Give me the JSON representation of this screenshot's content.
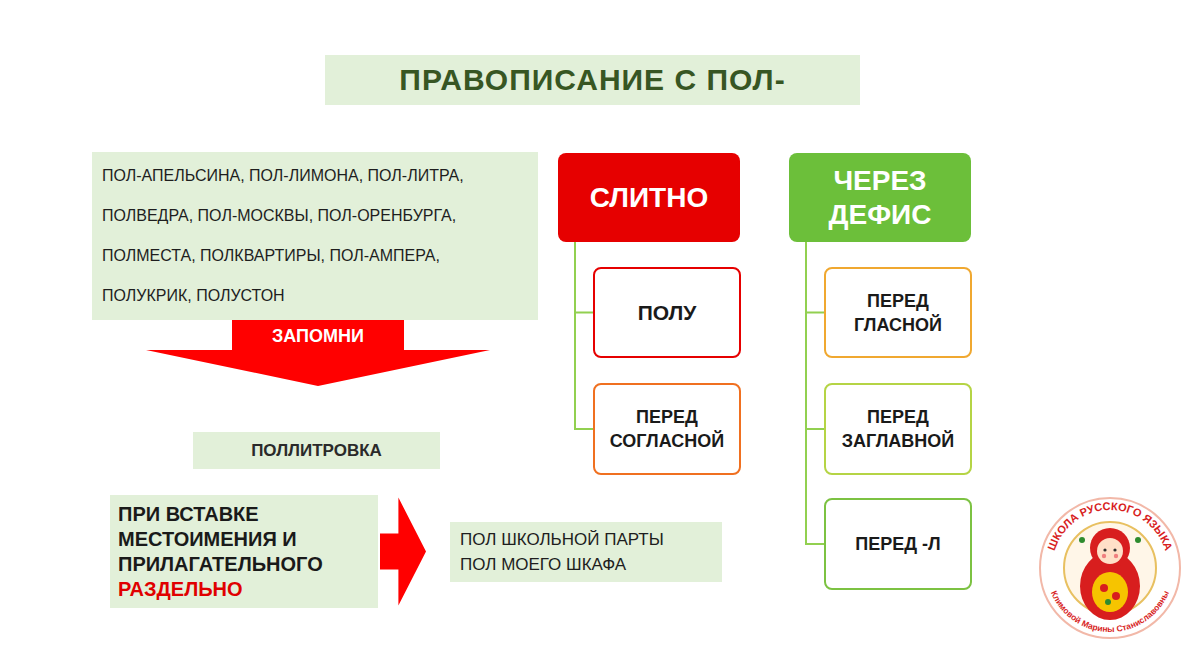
{
  "diagram": {
    "title": "ПРАВОПИСАНИЕ С ПОЛ-",
    "nodes": [
      {
        "text": [
          "ПОЛ-АПЕЛЬСИНА, ПОЛ-ЛИМОНА, ПОЛ-ЛИТРА, ПОЛВЕДРА, ПОЛ-МОСКВЫ, ПОЛ-ОРЕНБУРГА, ПОЛМЕСТА, ПОЛКВАРТИРЫ, ПОЛ-АМПЕРА, ПОЛУКРИК, ПОЛУСТОН"
        ]
      },
      {
        "text": [
          "ЗАПОМНИ"
        ]
      },
      {
        "text": [
          "ПОЛЛИТРОВКА"
        ]
      },
      {
        "text": [
          "ПРИ ВСТАВКЕ МЕСТОИМЕНИЯ И ПРИЛАГАТЕЛЬНОГО",
          "РАЗДЕЛЬНО"
        ]
      },
      {
        "text": [
          "ПОЛ ШКОЛЬНОЙ ПАРТЫ",
          "ПОЛ МОЕГО ШКАФА"
        ]
      },
      {
        "text": [
          "СЛИТНО"
        ]
      },
      {
        "text": [
          "ПОЛУ"
        ]
      },
      {
        "text": [
          "ПЕРЕД СОГЛАСНОЙ"
        ]
      },
      {
        "text": [
          "ЧЕРЕЗ ДЕФИС"
        ]
      },
      {
        "text": [
          "ПЕРЕД ГЛАСНОЙ"
        ]
      },
      {
        "text": [
          "ПЕРЕД ЗАГЛАВНОЙ"
        ]
      },
      {
        "text": [
          "ПЕРЕД -Л"
        ]
      }
    ],
    "edges": [
      {
        "from": 5,
        "to": 6,
        "arrow": "none"
      },
      {
        "from": 5,
        "to": 7,
        "arrow": "none"
      },
      {
        "from": 8,
        "to": 9,
        "arrow": "none"
      },
      {
        "from": 8,
        "to": 10,
        "arrow": "none"
      },
      {
        "from": 8,
        "to": 11,
        "arrow": "none"
      },
      {
        "from": 3,
        "to": 4,
        "arrow": "to"
      }
    ],
    "labels": [
      "ШКОЛА РУССКОГО ЯЗЫКА",
      "Климовой Марины Станиславовны"
    ]
  }
}
